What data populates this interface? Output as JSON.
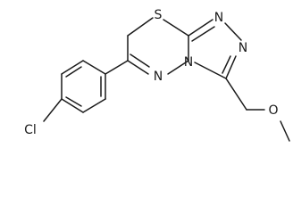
{
  "molecule": {
    "atoms": {
      "S": "S",
      "N_triazole_top": "N",
      "N_triazole_right": "N",
      "N_bridge": "N",
      "N_ring": "N",
      "O": "O",
      "Cl": "Cl"
    }
  }
}
